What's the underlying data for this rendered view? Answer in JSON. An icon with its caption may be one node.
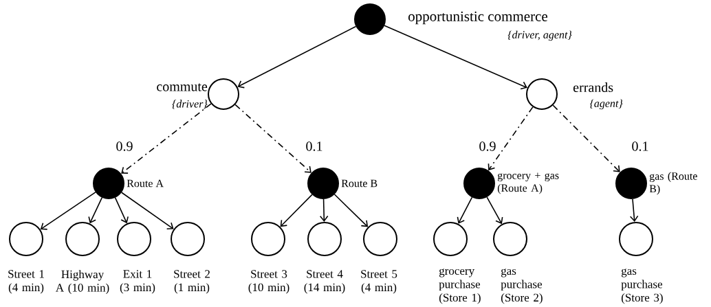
{
  "diagram": {
    "nodes": [
      {
        "text": [
          "opportunistic commerce",
          "{driver, agent}"
        ]
      },
      {
        "text": [
          "commute",
          "{driver}"
        ]
      },
      {
        "text": [
          "errands",
          "{agent}"
        ]
      },
      {
        "text": [
          "Route A"
        ]
      },
      {
        "text": [
          "Route B"
        ]
      },
      {
        "text": [
          "grocery + gas (Route A)"
        ]
      },
      {
        "text": [
          "gas (Route B)"
        ]
      },
      {
        "text": [
          "Street 1 (4 min)"
        ]
      },
      {
        "text": [
          "Highway A (10 min)"
        ]
      },
      {
        "text": [
          "Exit 1 (3 min)"
        ]
      },
      {
        "text": [
          "Street 2 (1 min)"
        ]
      },
      {
        "text": [
          "Street 3 (10 min)"
        ]
      },
      {
        "text": [
          "Street 4 (14 min)"
        ]
      },
      {
        "text": [
          "Street 5 (4 min)"
        ]
      },
      {
        "text": [
          "grocery purchase (Store 1)"
        ]
      },
      {
        "text": [
          "gas purchase (Store 2)"
        ]
      },
      {
        "text": [
          "gas purchase (Store 3)"
        ]
      }
    ],
    "edges": [
      {
        "from": 0,
        "to": 1,
        "arrow": "to"
      },
      {
        "from": 0,
        "to": 2,
        "arrow": "to"
      },
      {
        "from": 1,
        "to": 3,
        "arrow": "to",
        "label": "0.9",
        "style": "dashed"
      },
      {
        "from": 1,
        "to": 4,
        "arrow": "to",
        "label": "0.1",
        "style": "dashed"
      },
      {
        "from": 2,
        "to": 5,
        "arrow": "to",
        "label": "0.9",
        "style": "dashed"
      },
      {
        "from": 2,
        "to": 6,
        "arrow": "to",
        "label": "0.1",
        "style": "dashed"
      },
      {
        "from": 3,
        "to": 7,
        "arrow": "to"
      },
      {
        "from": 3,
        "to": 8,
        "arrow": "to"
      },
      {
        "from": 3,
        "to": 9,
        "arrow": "to"
      },
      {
        "from": 3,
        "to": 10,
        "arrow": "to"
      },
      {
        "from": 4,
        "to": 11,
        "arrow": "to"
      },
      {
        "from": 4,
        "to": 12,
        "arrow": "to"
      },
      {
        "from": 4,
        "to": 13,
        "arrow": "to"
      },
      {
        "from": 5,
        "to": 14,
        "arrow": "to"
      },
      {
        "from": 5,
        "to": 15,
        "arrow": "to"
      },
      {
        "from": 6,
        "to": 16,
        "arrow": "to"
      }
    ]
  }
}
